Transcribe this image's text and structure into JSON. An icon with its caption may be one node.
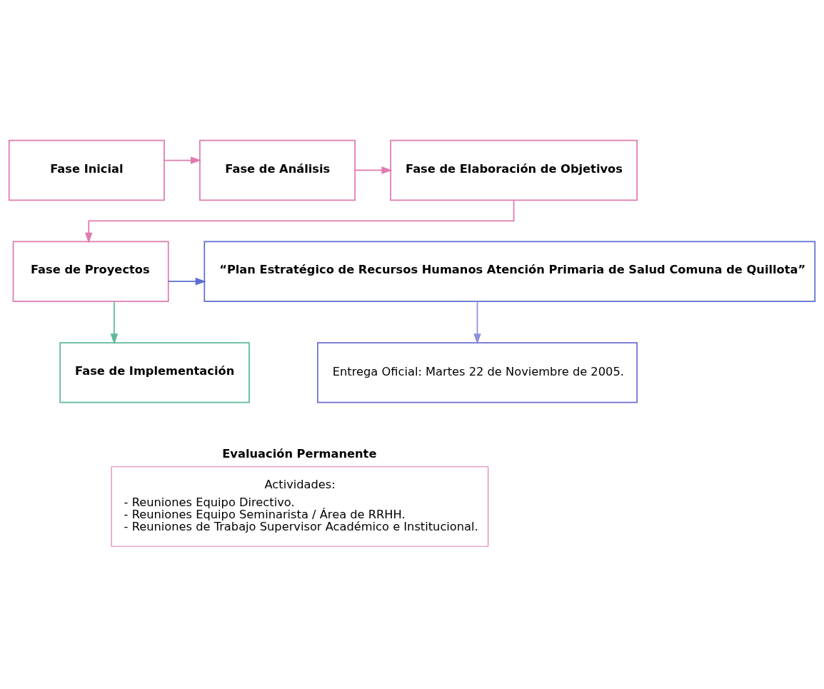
{
  "diagram": {
    "nodes": [
      {
        "text": [
          "Fase Inicial"
        ]
      },
      {
        "text": [
          "Fase de Análisis"
        ]
      },
      {
        "text": [
          "Fase de Elaboración de Objetivos"
        ]
      },
      {
        "text": [
          "Fase de Proyectos"
        ]
      },
      {
        "text": [
          "“Plan Estratégico de Recursos Humanos Atención Primaria de Salud Comuna de Quillota”"
        ]
      },
      {
        "text": [
          "Entrega Oficial: Martes 22 de Noviembre de 2005."
        ]
      },
      {
        "text": [
          "Fase de Implementación"
        ]
      },
      {
        "text": [
          "Evaluación Permanente",
          "Actividades:",
          "- Reuniones Equipo Directivo.",
          "- Reuniones Equipo Seminarista / Área de RRHH.",
          "- Reuniones de Trabajo Supervisor Académico e Institucional."
        ]
      }
    ],
    "edges": [
      {
        "from": 0,
        "to": 1,
        "arrow": "to"
      },
      {
        "from": 1,
        "to": 2,
        "arrow": "to"
      },
      {
        "from": 2,
        "to": 3,
        "arrow": "to"
      },
      {
        "from": 3,
        "to": 4,
        "arrow": "to",
        "color": "#5a6fd0"
      },
      {
        "from": 4,
        "to": 5,
        "arrow": "to",
        "color": "#8f8fe0"
      },
      {
        "from": 3,
        "to": 6,
        "arrow": "to",
        "color": "#5fb89a"
      }
    ]
  }
}
